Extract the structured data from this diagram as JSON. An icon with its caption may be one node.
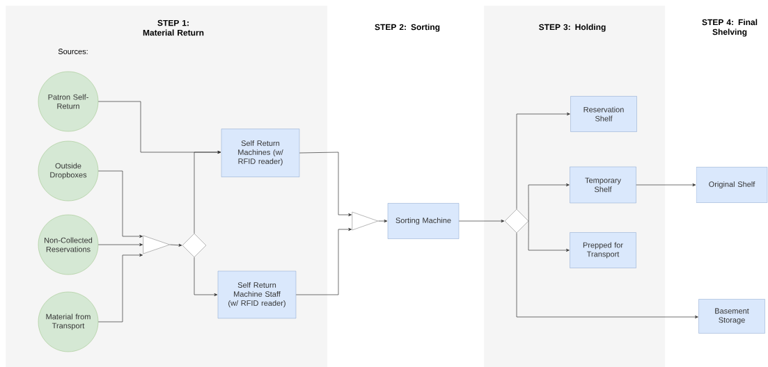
{
  "diagram": {
    "nodes": [
      {
        "text": [
          "STEP 1: Material Return"
        ]
      },
      {
        "text": [
          "STEP 3: Holding"
        ]
      },
      {
        "text": [
          "Patron Self-Return"
        ],
        "in": 0
      },
      {
        "text": [
          "Outside Dropboxes"
        ],
        "in": 0
      },
      {
        "text": [
          "Non-Collected Reservations"
        ],
        "in": 0
      },
      {
        "text": [
          "Material from Transport"
        ],
        "in": 0
      },
      {
        "text": [],
        "shape": "triangle",
        "in": 0
      },
      {
        "text": [],
        "shape": "diamond",
        "in": 0
      },
      {
        "text": [
          "Self Return Machines (w/ RFID reader)"
        ],
        "in": 0
      },
      {
        "text": [
          "Self Return Machine Staff (w/ RFID reader)"
        ],
        "in": 0
      },
      {
        "text": [],
        "shape": "triangle"
      },
      {
        "text": [
          "Sorting Machine"
        ]
      },
      {
        "text": [],
        "shape": "diamond",
        "in": 1
      },
      {
        "text": [
          "Reservation Shelf"
        ],
        "in": 1
      },
      {
        "text": [
          "Temporary Shelf"
        ],
        "in": 1
      },
      {
        "text": [
          "Prepped for Transport"
        ],
        "in": 1
      },
      {
        "text": [
          "Original Shelf"
        ]
      },
      {
        "text": [
          "Basement Storage"
        ]
      }
    ],
    "edges": [
      {
        "from": 2,
        "to": 8,
        "arrow": "to"
      },
      {
        "from": 3,
        "to": 6,
        "arrow": "to"
      },
      {
        "from": 4,
        "to": 6,
        "arrow": "to"
      },
      {
        "from": 5,
        "to": 6,
        "arrow": "to"
      },
      {
        "from": 6,
        "to": 7,
        "arrow": "to"
      },
      {
        "from": 7,
        "to": 8,
        "arrow": "to"
      },
      {
        "from": 7,
        "to": 9,
        "arrow": "to"
      },
      {
        "from": 8,
        "to": 10,
        "arrow": "to"
      },
      {
        "from": 9,
        "to": 10,
        "arrow": "to"
      },
      {
        "from": 10,
        "to": 11,
        "arrow": "to"
      },
      {
        "from": 11,
        "to": 12,
        "arrow": "to"
      },
      {
        "from": 12,
        "to": 13,
        "arrow": "to"
      },
      {
        "from": 12,
        "to": 14,
        "arrow": "to"
      },
      {
        "from": 12,
        "to": 15,
        "arrow": "to"
      },
      {
        "from": 12,
        "to": 17,
        "arrow": "to"
      },
      {
        "from": 14,
        "to": 16,
        "arrow": "to"
      }
    ],
    "labels": [
      "STEP 2: Sorting",
      "STEP 4: Final Shelving",
      "Sources:"
    ]
  }
}
